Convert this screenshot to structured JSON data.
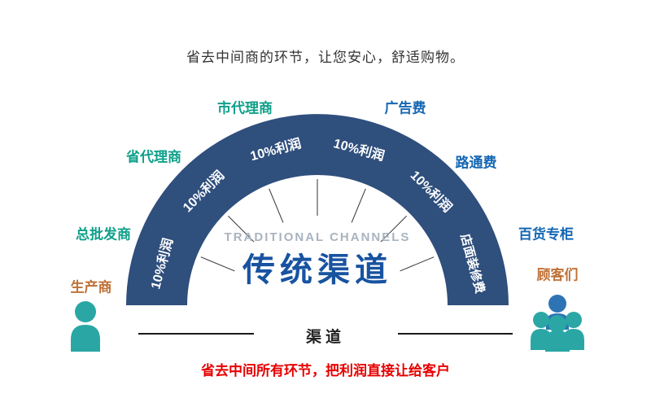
{
  "header": {
    "title": "省去中间商的环节，让您安心，舒适购物。"
  },
  "gauge": {
    "center_en": "TRADITIONAL CHANNELS",
    "center_zh": "传统渠道",
    "arc_segments": [
      "10%利润",
      "10%利润",
      "10%利润",
      "10%利润",
      "10%利润",
      "店面装修费"
    ],
    "left_chain": [
      "市代理商",
      "省代理商",
      "总批发商",
      "生产商"
    ],
    "right_chain": [
      "广告费",
      "路通费",
      "百货专柜",
      "顾客们"
    ]
  },
  "bottom": {
    "channel_label": "渠道",
    "tagline": "省去中间所有环节，把利润直接让给客户"
  },
  "colors": {
    "arch_navy": "#2f4f7d",
    "teal_label": "#0fa08a",
    "blue_label": "#1567b3",
    "orange_label": "#bf7036",
    "center_blue": "#1853a0",
    "center_gray": "#a9b4c0",
    "tagline_red": "#e60000",
    "person_teal": "#2aa7a4",
    "person_blue": "#2e74b5"
  }
}
